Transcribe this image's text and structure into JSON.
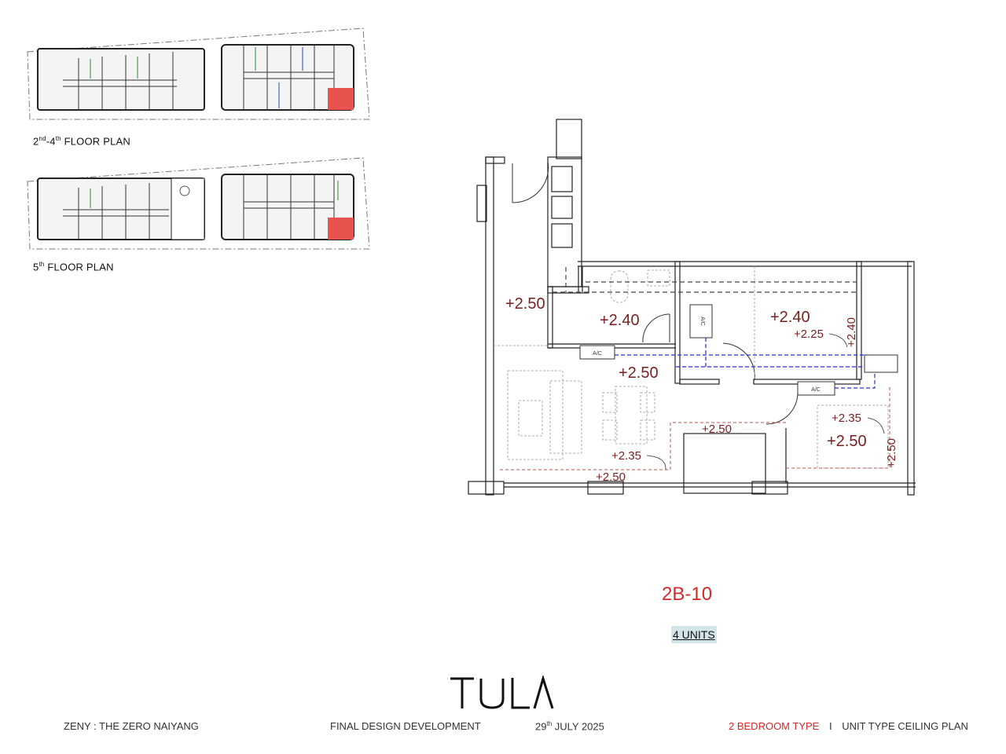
{
  "key_plans": [
    {
      "label_prefix": "2",
      "label_sup1": "nd",
      "label_mid": "-4",
      "label_sup2": "th",
      "label_suffix": " FLOOR PLAN"
    },
    {
      "label_prefix": "5",
      "label_sup1": "th",
      "label_suffix": " FLOOR PLAN"
    }
  ],
  "highlight_color": "#e8524f",
  "plan": {
    "heights": {
      "living_entry": "+2.50",
      "bathroom": "+2.40",
      "bedroom1": "+2.40",
      "bedroom1_drop": "+2.25",
      "bedroom1_side": "+2.40",
      "living": "+2.50",
      "balcony": "+2.50",
      "living_drop": "+2.35",
      "living_edge": "+2.50",
      "bedroom2_drop": "+2.35",
      "bedroom2": "+2.50",
      "bedroom2_side": "+2.50"
    },
    "ac_label": "A/C",
    "height_color": "#7a1f1f",
    "duct_color": "#2b2bd0"
  },
  "unit": {
    "code": "2B-10",
    "count": "4 UNITS"
  },
  "logo": "TULA",
  "footer": {
    "project": "ZENY :  THE ZERO NAIYANG",
    "stage": "FINAL DESIGN DEVELOPMENT",
    "date_day": "29",
    "date_sup": "th",
    "date_rest": " JULY 2025",
    "type": "2 BEDROOM TYPE",
    "separator": "I",
    "sheet": "UNIT TYPE CEILING PLAN"
  }
}
